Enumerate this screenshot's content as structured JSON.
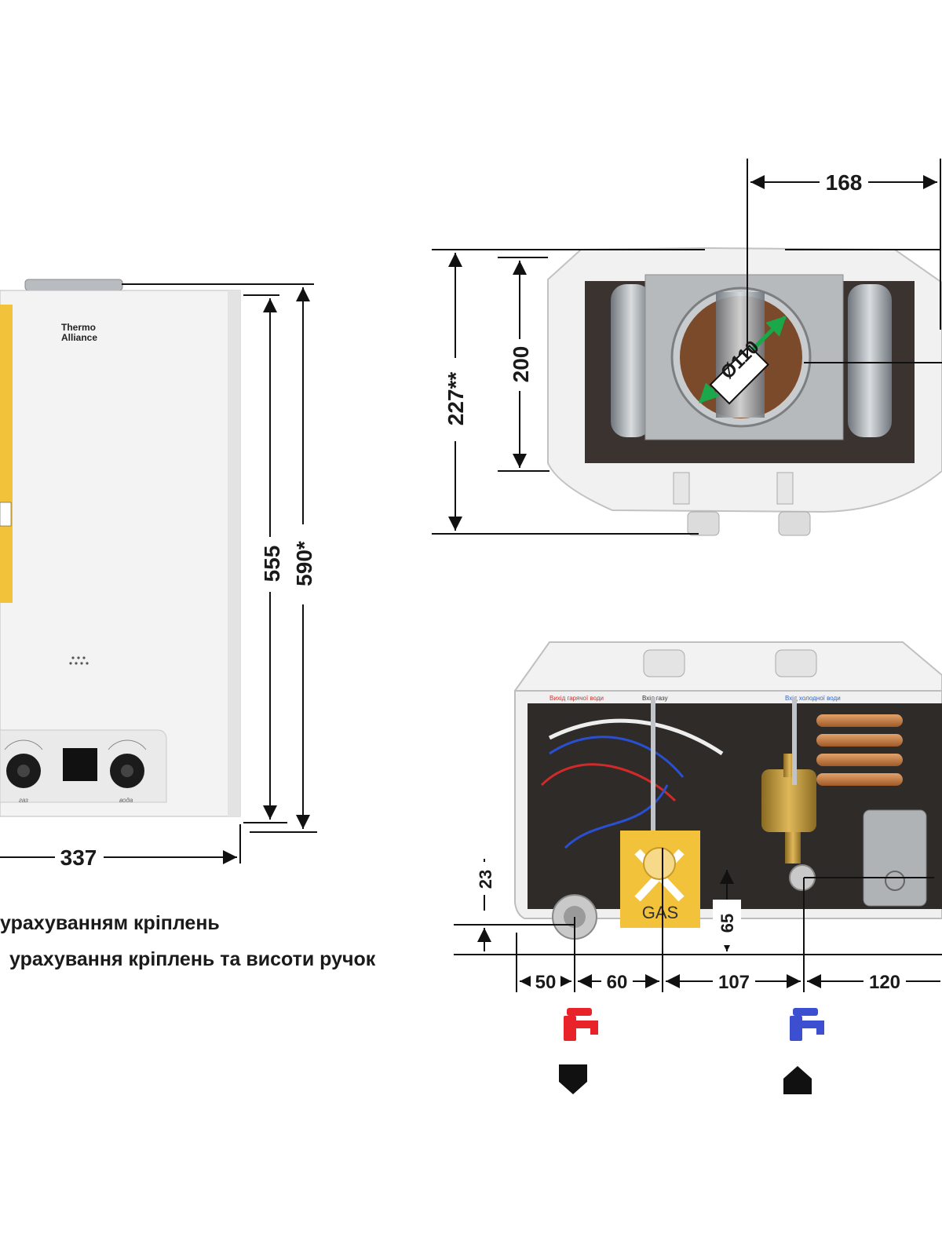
{
  "front_view": {
    "brand_logo": "Thermo Alliance",
    "knob_left_label": "газ",
    "knob_right_label": "вода",
    "width": "337",
    "height_body": "555",
    "height_total": "590*"
  },
  "top_view": {
    "depth_body": "200",
    "depth_total": "227**",
    "flue_diameter": "Ø110",
    "flue_offset": "168"
  },
  "bottom_view": {
    "label_hot_water": "Вихід гарячої води",
    "label_gas_inlet": "Вхід газу",
    "label_cold_water": "Вхід холодної води",
    "gas_tag": "GAS",
    "dim_23": "23",
    "dim_65": "65",
    "dim_50": "50",
    "dim_60": "60",
    "dim_107": "107",
    "dim_120": "120"
  },
  "notes": {
    "line1": "урахуванням кріплень",
    "line2": "урахування кріплень та висоти ручок"
  },
  "colors": {
    "hot_tap": "#e8242a",
    "cold_tap": "#3b4fd0",
    "green_arrow": "#1aa84a",
    "yellow_sticker": "#f2c23a"
  },
  "icons": [
    "hot-water-tap-icon",
    "cold-water-tap-icon",
    "arrow-down-icon",
    "arrow-up-icon"
  ]
}
